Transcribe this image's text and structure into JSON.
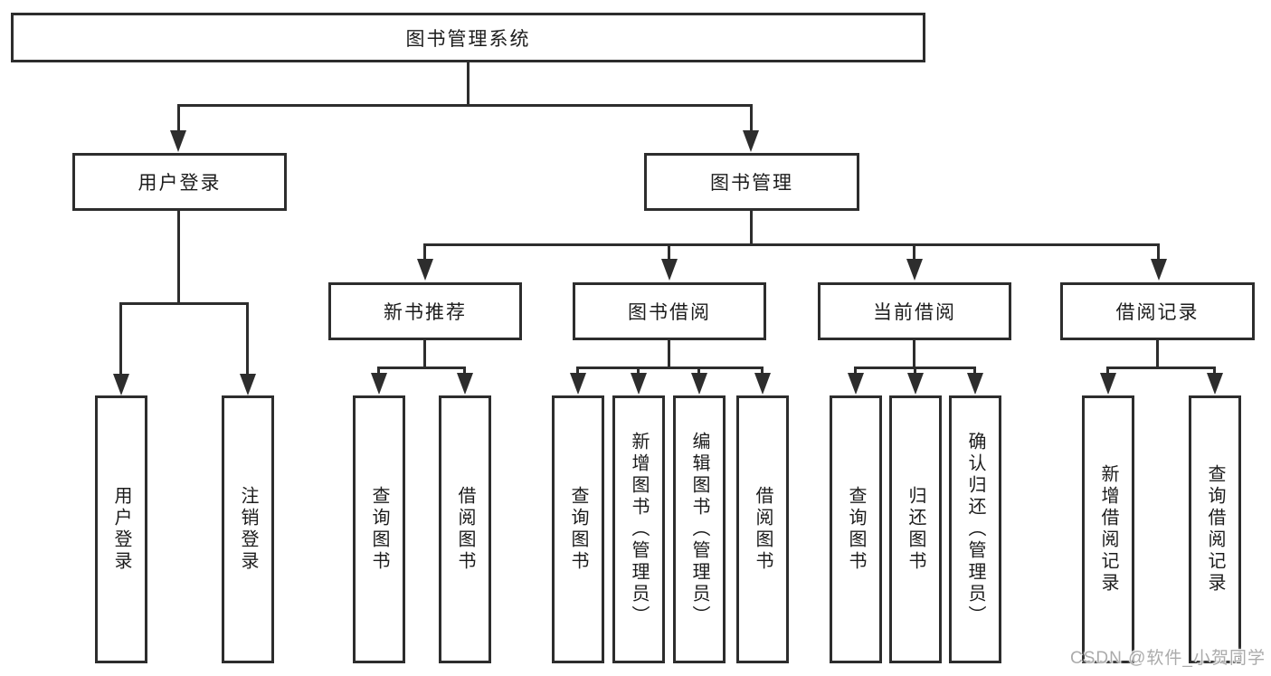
{
  "watermark": {
    "text": "CSDN @软件_小贺同学"
  },
  "colors": {
    "line": "#2d2d2d",
    "box_fill": "#ffffff",
    "text": "#1c1c1c",
    "watermark": "#ababab"
  },
  "tree": {
    "root": {
      "label": "图书管理系统"
    },
    "branches": [
      {
        "label": "用户登录",
        "children": [
          {
            "label": "用户登录"
          },
          {
            "label": "注销登录"
          }
        ]
      },
      {
        "label": "图书管理",
        "children": [
          {
            "label": "新书推荐",
            "children": [
              {
                "label": "查询图书"
              },
              {
                "label": "借阅图书"
              }
            ]
          },
          {
            "label": "图书借阅",
            "children": [
              {
                "label": "查询图书"
              },
              {
                "label": "新增图书（管理员）"
              },
              {
                "label": "编辑图书（管理员）"
              },
              {
                "label": "借阅图书"
              }
            ]
          },
          {
            "label": "当前借阅",
            "children": [
              {
                "label": "查询图书"
              },
              {
                "label": "归还图书"
              },
              {
                "label": "确认归还（管理员）"
              }
            ]
          },
          {
            "label": "借阅记录",
            "children": [
              {
                "label": "新增借阅记录"
              },
              {
                "label": "查询借阅记录"
              }
            ]
          }
        ]
      }
    ]
  }
}
